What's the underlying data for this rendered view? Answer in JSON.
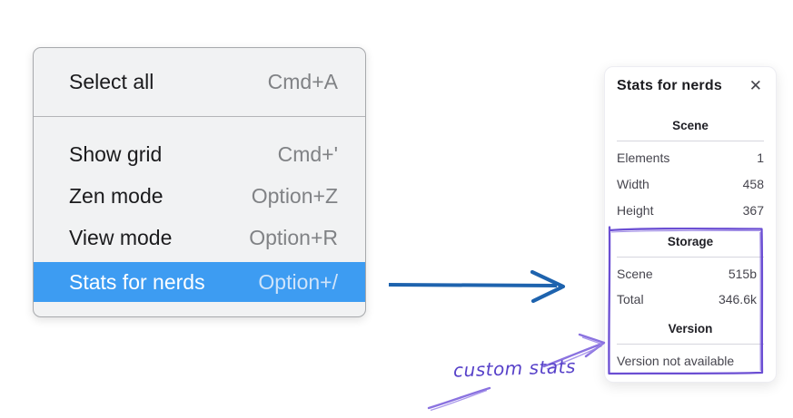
{
  "menu": {
    "items": [
      {
        "label": "Select all",
        "shortcut": "Cmd+A",
        "selected": false,
        "group": 1
      },
      {
        "label": "Show grid",
        "shortcut": "Cmd+'",
        "selected": false,
        "group": 2
      },
      {
        "label": "Zen mode",
        "shortcut": "Option+Z",
        "selected": false,
        "group": 2
      },
      {
        "label": "View mode",
        "shortcut": "Option+R",
        "selected": false,
        "group": 2
      },
      {
        "label": "Stats for nerds",
        "shortcut": "Option+/",
        "selected": true,
        "group": 2
      }
    ]
  },
  "stats_panel": {
    "title": "Stats for nerds",
    "close_icon": "✕",
    "sections": [
      {
        "heading": "Scene",
        "rows": [
          {
            "label": "Elements",
            "value": "1"
          },
          {
            "label": "Width",
            "value": "458"
          },
          {
            "label": "Height",
            "value": "367"
          }
        ]
      },
      {
        "heading": "Storage",
        "rows": [
          {
            "label": "Scene",
            "value": "515b"
          },
          {
            "label": "Total",
            "value": "346.6k"
          }
        ]
      },
      {
        "heading": "Version",
        "note": "Version not available"
      }
    ]
  },
  "annotation": {
    "label": "custom stats"
  },
  "colors": {
    "menu_highlight": "#3d9cf2",
    "menu_background": "#f1f2f3",
    "flow_arrow_blue": "#1e63ae",
    "sketch_violet_box": "#6b4ed3",
    "sketch_violet_arrow": "#8a72e0",
    "annotation_text_violet": "#5741c9"
  }
}
